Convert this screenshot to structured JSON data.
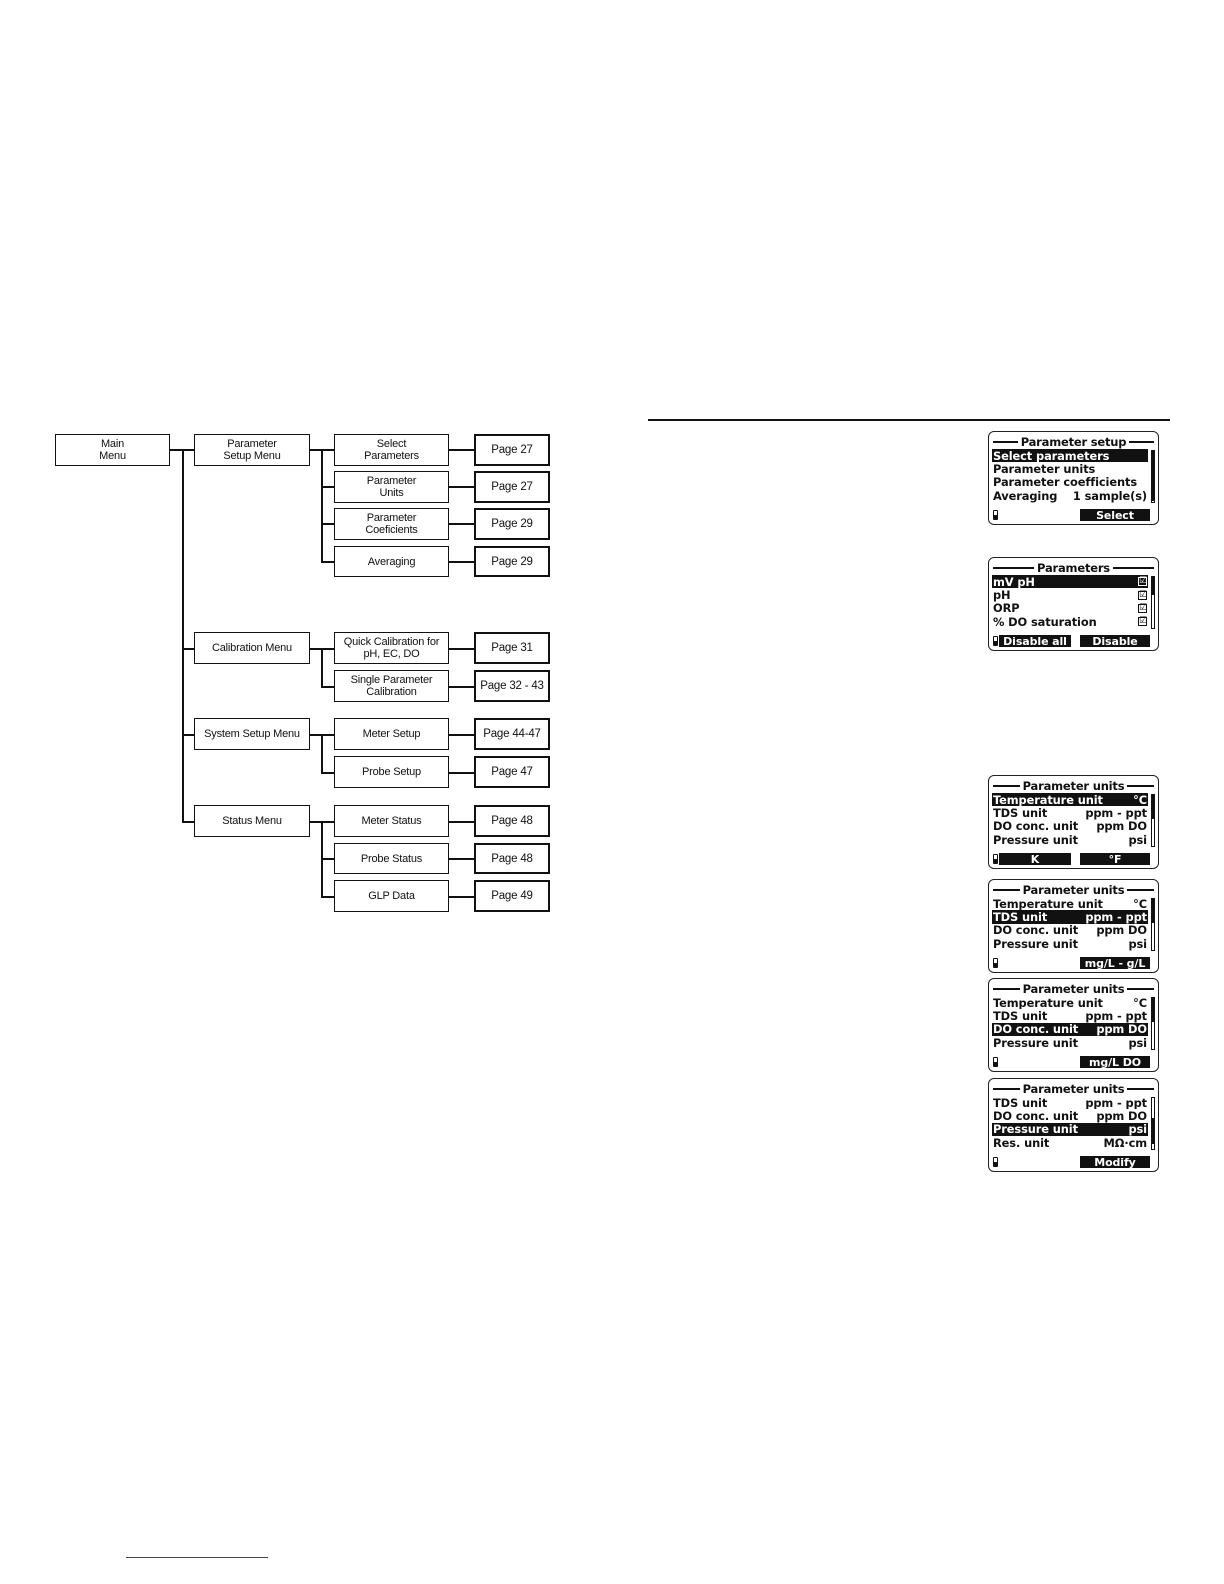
{
  "menu_tree": {
    "main_menu": "Main\nMenu",
    "parameter_setup_menu": "Parameter\nSetup Menu",
    "select_parameters": "Select\nParameters",
    "page_27_a": "Page 27",
    "parameter_units": "Parameter\nUnits",
    "page_27_b": "Page 27",
    "parameter_coeficients": "Parameter\nCoeficients",
    "page_29_a": "Page 29",
    "averaging": "Averaging",
    "page_29_b": "Page 29",
    "calibration_menu": "Calibration Menu",
    "quick_calibration": "Quick Calibration for\npH, EC, DO",
    "page_31": "Page 31",
    "single_parameter_calibration": "Single Parameter\nCalibration",
    "page_32_43": "Page 32 - 43",
    "system_setup_menu": "System Setup Menu",
    "meter_setup": "Meter Setup",
    "page_44_47": "Page 44-47",
    "probe_setup": "Probe Setup",
    "page_47": "Page 47",
    "status_menu": "Status Menu",
    "meter_status": "Meter Status",
    "page_48_a": "Page 48",
    "probe_status": "Probe Status",
    "page_48_b": "Page 48",
    "glp_data": "GLP Data",
    "page_49": "Page 49"
  },
  "screens": {
    "parameter_setup": {
      "title": "Parameter setup",
      "rows": [
        {
          "label": "Select parameters",
          "value": ""
        },
        {
          "label": "Parameter units",
          "value": ""
        },
        {
          "label": "Parameter coefficients",
          "value": ""
        },
        {
          "label": "Averaging",
          "value": "1 sample(s)"
        }
      ],
      "softkey": "Select"
    },
    "parameters": {
      "title": "Parameters",
      "rows": [
        {
          "label": "mV pH",
          "value": "☑"
        },
        {
          "label": "pH",
          "value": "☑"
        },
        {
          "label": "ORP",
          "value": "☑"
        },
        {
          "label": "% DO saturation",
          "value": "☑"
        }
      ],
      "softkey_left": "Disable all",
      "softkey_right": "Disable"
    },
    "units_1": {
      "title": "Parameter units",
      "rows": [
        {
          "label": "Temperature unit",
          "value": "°C"
        },
        {
          "label": "TDS unit",
          "value": "ppm - ppt"
        },
        {
          "label": "DO conc. unit",
          "value": "ppm DO"
        },
        {
          "label": "Pressure unit",
          "value": "psi"
        }
      ],
      "softkey_left": "K",
      "softkey_right": "°F"
    },
    "units_2": {
      "title": "Parameter units",
      "rows": [
        {
          "label": "Temperature unit",
          "value": "°C"
        },
        {
          "label": "TDS unit",
          "value": "ppm - ppt"
        },
        {
          "label": "DO conc. unit",
          "value": "ppm DO"
        },
        {
          "label": "Pressure unit",
          "value": "psi"
        }
      ],
      "softkey_right": "mg/L - g/L"
    },
    "units_3": {
      "title": "Parameter units",
      "rows": [
        {
          "label": "Temperature unit",
          "value": "°C"
        },
        {
          "label": "TDS unit",
          "value": "ppm - ppt"
        },
        {
          "label": "DO conc. unit",
          "value": "ppm DO"
        },
        {
          "label": "Pressure unit",
          "value": "psi"
        }
      ],
      "softkey_right": "mg/L DO"
    },
    "units_4": {
      "title": "Parameter units",
      "rows": [
        {
          "label": "TDS unit",
          "value": "ppm - ppt"
        },
        {
          "label": "DO conc. unit",
          "value": "ppm DO"
        },
        {
          "label": "Pressure unit",
          "value": "psi"
        },
        {
          "label": "Res. unit",
          "value": "MΩ·cm"
        }
      ],
      "softkey_right": "Modify"
    }
  }
}
